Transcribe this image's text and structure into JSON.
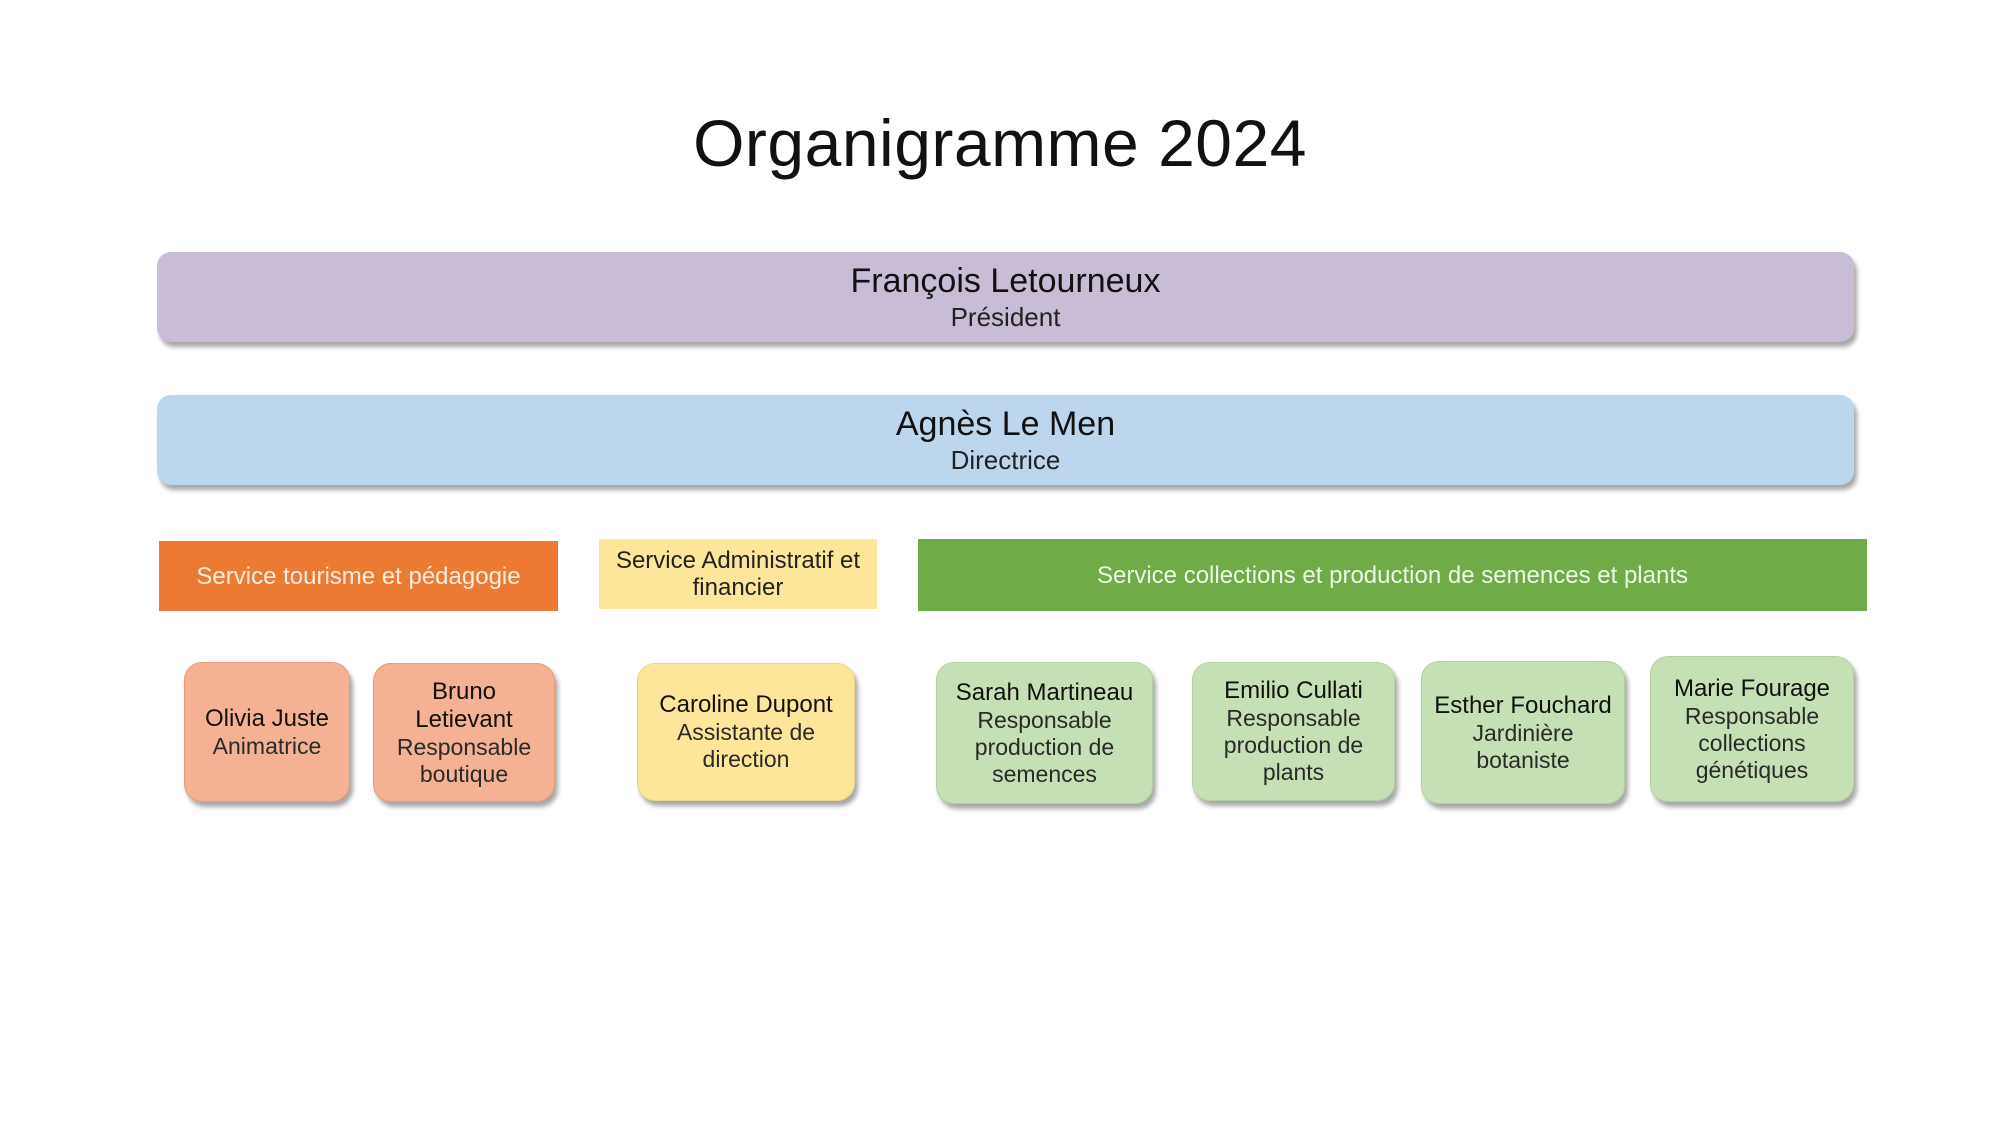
{
  "title": "Organigramme 2024",
  "president": {
    "name": "François Letourneux",
    "role": "Président"
  },
  "director": {
    "name": "Agnès Le Men",
    "role": "Directrice"
  },
  "services": {
    "tourism": "Service tourisme et pédagogie",
    "admin": "Service Administratif et financier",
    "collections": "Service collections et production de semences et plants"
  },
  "staff": {
    "tourism": [
      {
        "name": "Olivia Juste",
        "role": "Animatrice"
      },
      {
        "name": "Bruno Letievant",
        "role": "Responsable boutique"
      }
    ],
    "admin": [
      {
        "name": "Caroline Dupont",
        "role": "Assistante de direction"
      }
    ],
    "collections": [
      {
        "name": "Sarah Martineau",
        "role": "Responsable production de semences"
      },
      {
        "name": "Emilio Cullati",
        "role": "Responsable production de plants"
      },
      {
        "name": "Esther Fouchard",
        "role": "Jardinière botaniste"
      },
      {
        "name": "Marie Fourage",
        "role": "Responsable collections génétiques"
      }
    ]
  },
  "colors": {
    "president_band": "#c8bcd6",
    "director_band": "#bcd6ed",
    "tourism_service": "#ec7a33",
    "admin_service": "#fde699",
    "collections_service": "#6fac47",
    "tourism_staff": "#f5b193",
    "admin_staff": "#fde699",
    "collections_staff": "#c5e0b4"
  }
}
